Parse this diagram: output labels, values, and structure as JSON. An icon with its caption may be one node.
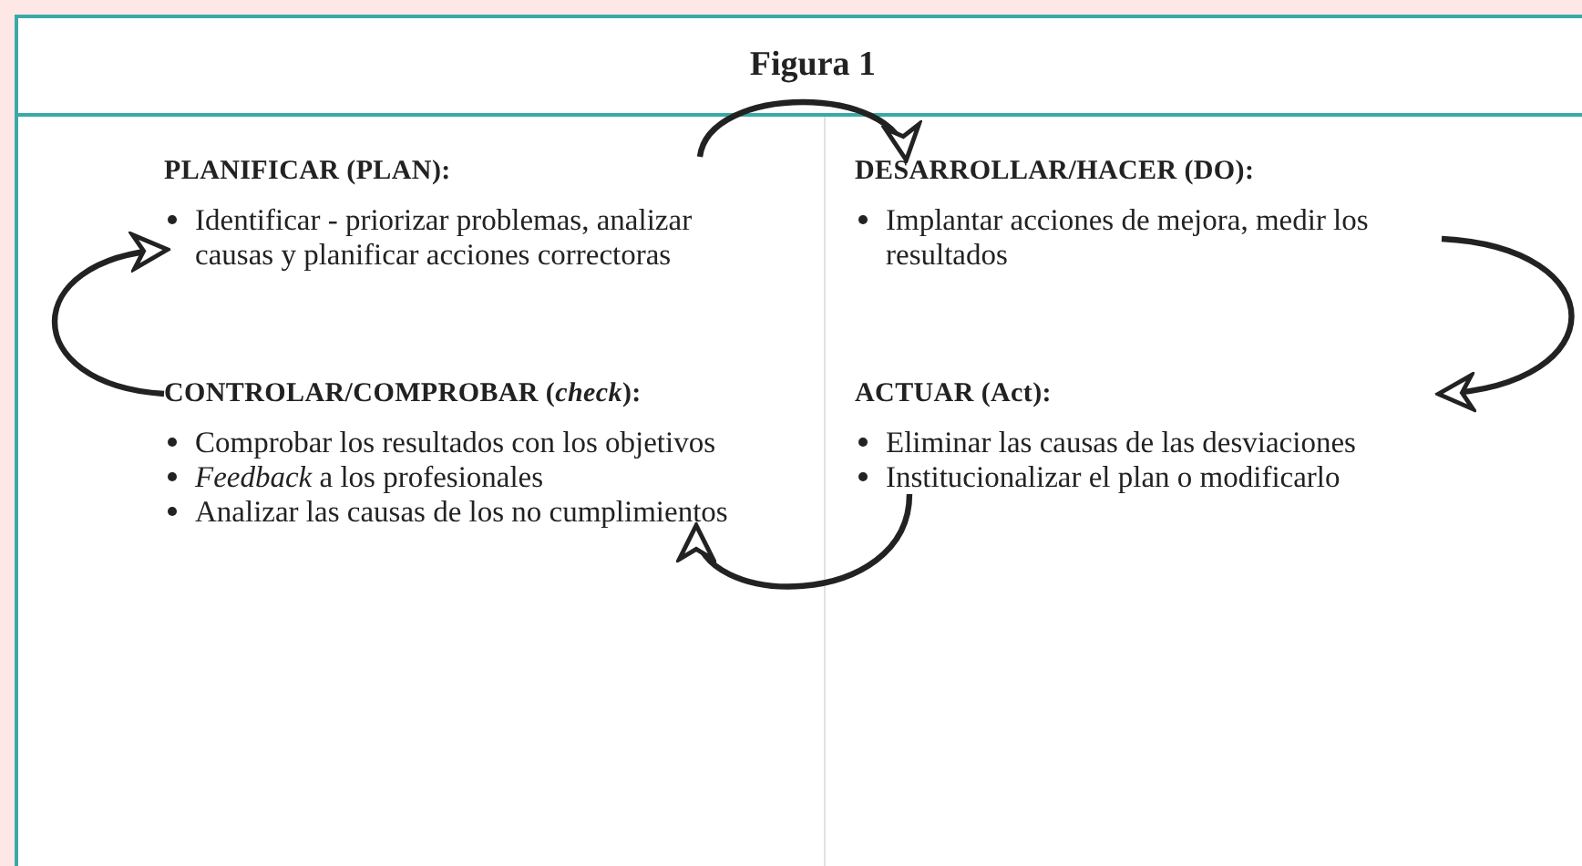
{
  "diagram": {
    "title": "Figura 1",
    "nodes": [
      {
        "text": [
          "PLANIFICAR (PLAN):",
          "Identificar - priorizar problemas, analizar causas y planificar acciones correctoras"
        ]
      },
      {
        "text": [
          "DESARROLLAR/HACER (DO):",
          "Implantar acciones de mejora, medir los resultados"
        ]
      },
      {
        "text": [
          "CONTROLAR/COMPROBAR (*check*):",
          "Comprobar los resultados con los objetivos",
          "*Feedback* a los profesionales",
          "Analizar las causas de los no cumplimientos"
        ]
      },
      {
        "text": [
          "ACTUAR (Act):",
          "Eliminar las causas de las desviaciones",
          "Institucionalizar el plan o modificarlo"
        ]
      }
    ],
    "edges": [
      {
        "from": 0,
        "to": 1,
        "arrow": "to"
      },
      {
        "from": 1,
        "to": 3,
        "arrow": "to"
      },
      {
        "from": 3,
        "to": 2,
        "arrow": "to"
      },
      {
        "from": 2,
        "to": 0,
        "arrow": "to"
      }
    ]
  }
}
